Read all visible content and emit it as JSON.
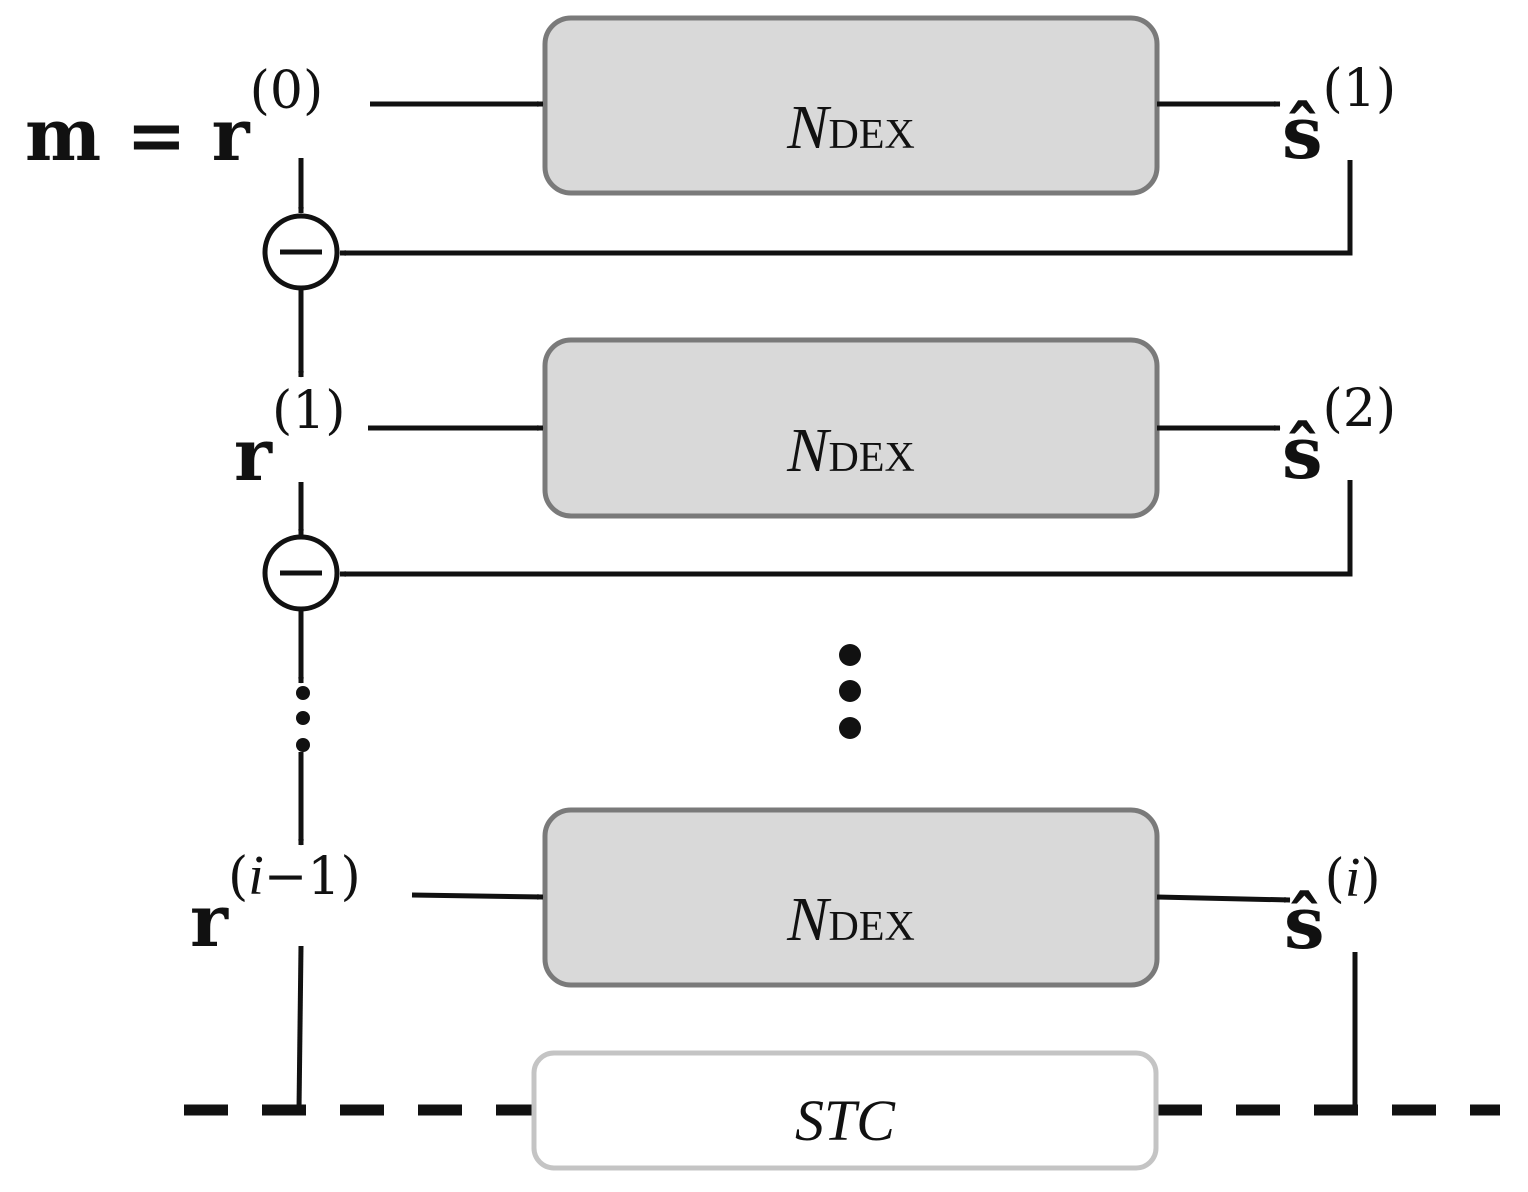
{
  "blocks": [
    {
      "name_main": "N",
      "name_sub": "DEX"
    },
    {
      "name_main": "N",
      "name_sub": "DEX"
    },
    {
      "name_main": "N",
      "name_sub": "DEX"
    }
  ],
  "stc_block": {
    "label": "STC"
  },
  "inputs": {
    "first_prefix": "m = ",
    "r_symbol": "r",
    "r0_sup": "(0)",
    "r1_sup": "(1)",
    "ri_sup_open": "(",
    "ri_sup_i": "i",
    "ri_sup_rest": "−1)"
  },
  "outputs": {
    "s_symbol": "ŝ",
    "s1_sup": "(1)",
    "s2_sup": "(2)",
    "si_sup_open": "(",
    "si_sup_i": "i",
    "si_sup_close": ")"
  },
  "subtract_symbol": "−"
}
